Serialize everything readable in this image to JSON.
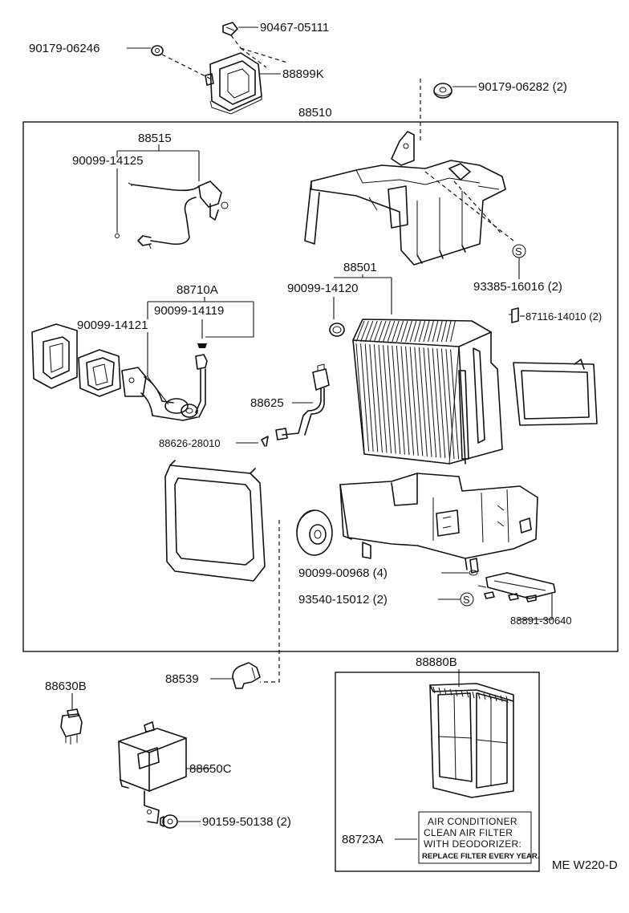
{
  "diagram_code": "ME W220-D",
  "labels": {
    "p90467_05111": "90467-05111",
    "p90179_06246": "90179-06246",
    "p88899K": "88899K",
    "p90179_06282": "90179-06282 (2)",
    "p88510": "88510",
    "p88515": "88515",
    "p90099_14125": "90099-14125",
    "p93385_16016": "93385-16016 (2)",
    "p88501": "88501",
    "p90099_14120": "90099-14120",
    "p87116_14010": "87116-14010 (2)",
    "p88710A": "88710A",
    "p90099_14119": "90099-14119",
    "p90099_14121": "90099-14121",
    "p88625": "88625",
    "p88626_28010": "88626-28010",
    "p90099_00968": "90099-00968 (4)",
    "p93540_15012": "93540-15012 (2)",
    "p88891_30640": "88891-30640",
    "p88539": "88539",
    "p88630B": "88630B",
    "p88880B": "88880B",
    "p88650C": "88650C",
    "p90159_50138": "90159-50138 (2)",
    "p88723A": "88723A"
  },
  "notice": {
    "line1": "AIR CONDITIONER",
    "line2": "CLEAN AIR FILTER",
    "line3": "WITH DEODORIZER:",
    "line4": "REPLACE FILTER EVERY YEAR."
  },
  "markers": {
    "s_symbol": "S"
  }
}
